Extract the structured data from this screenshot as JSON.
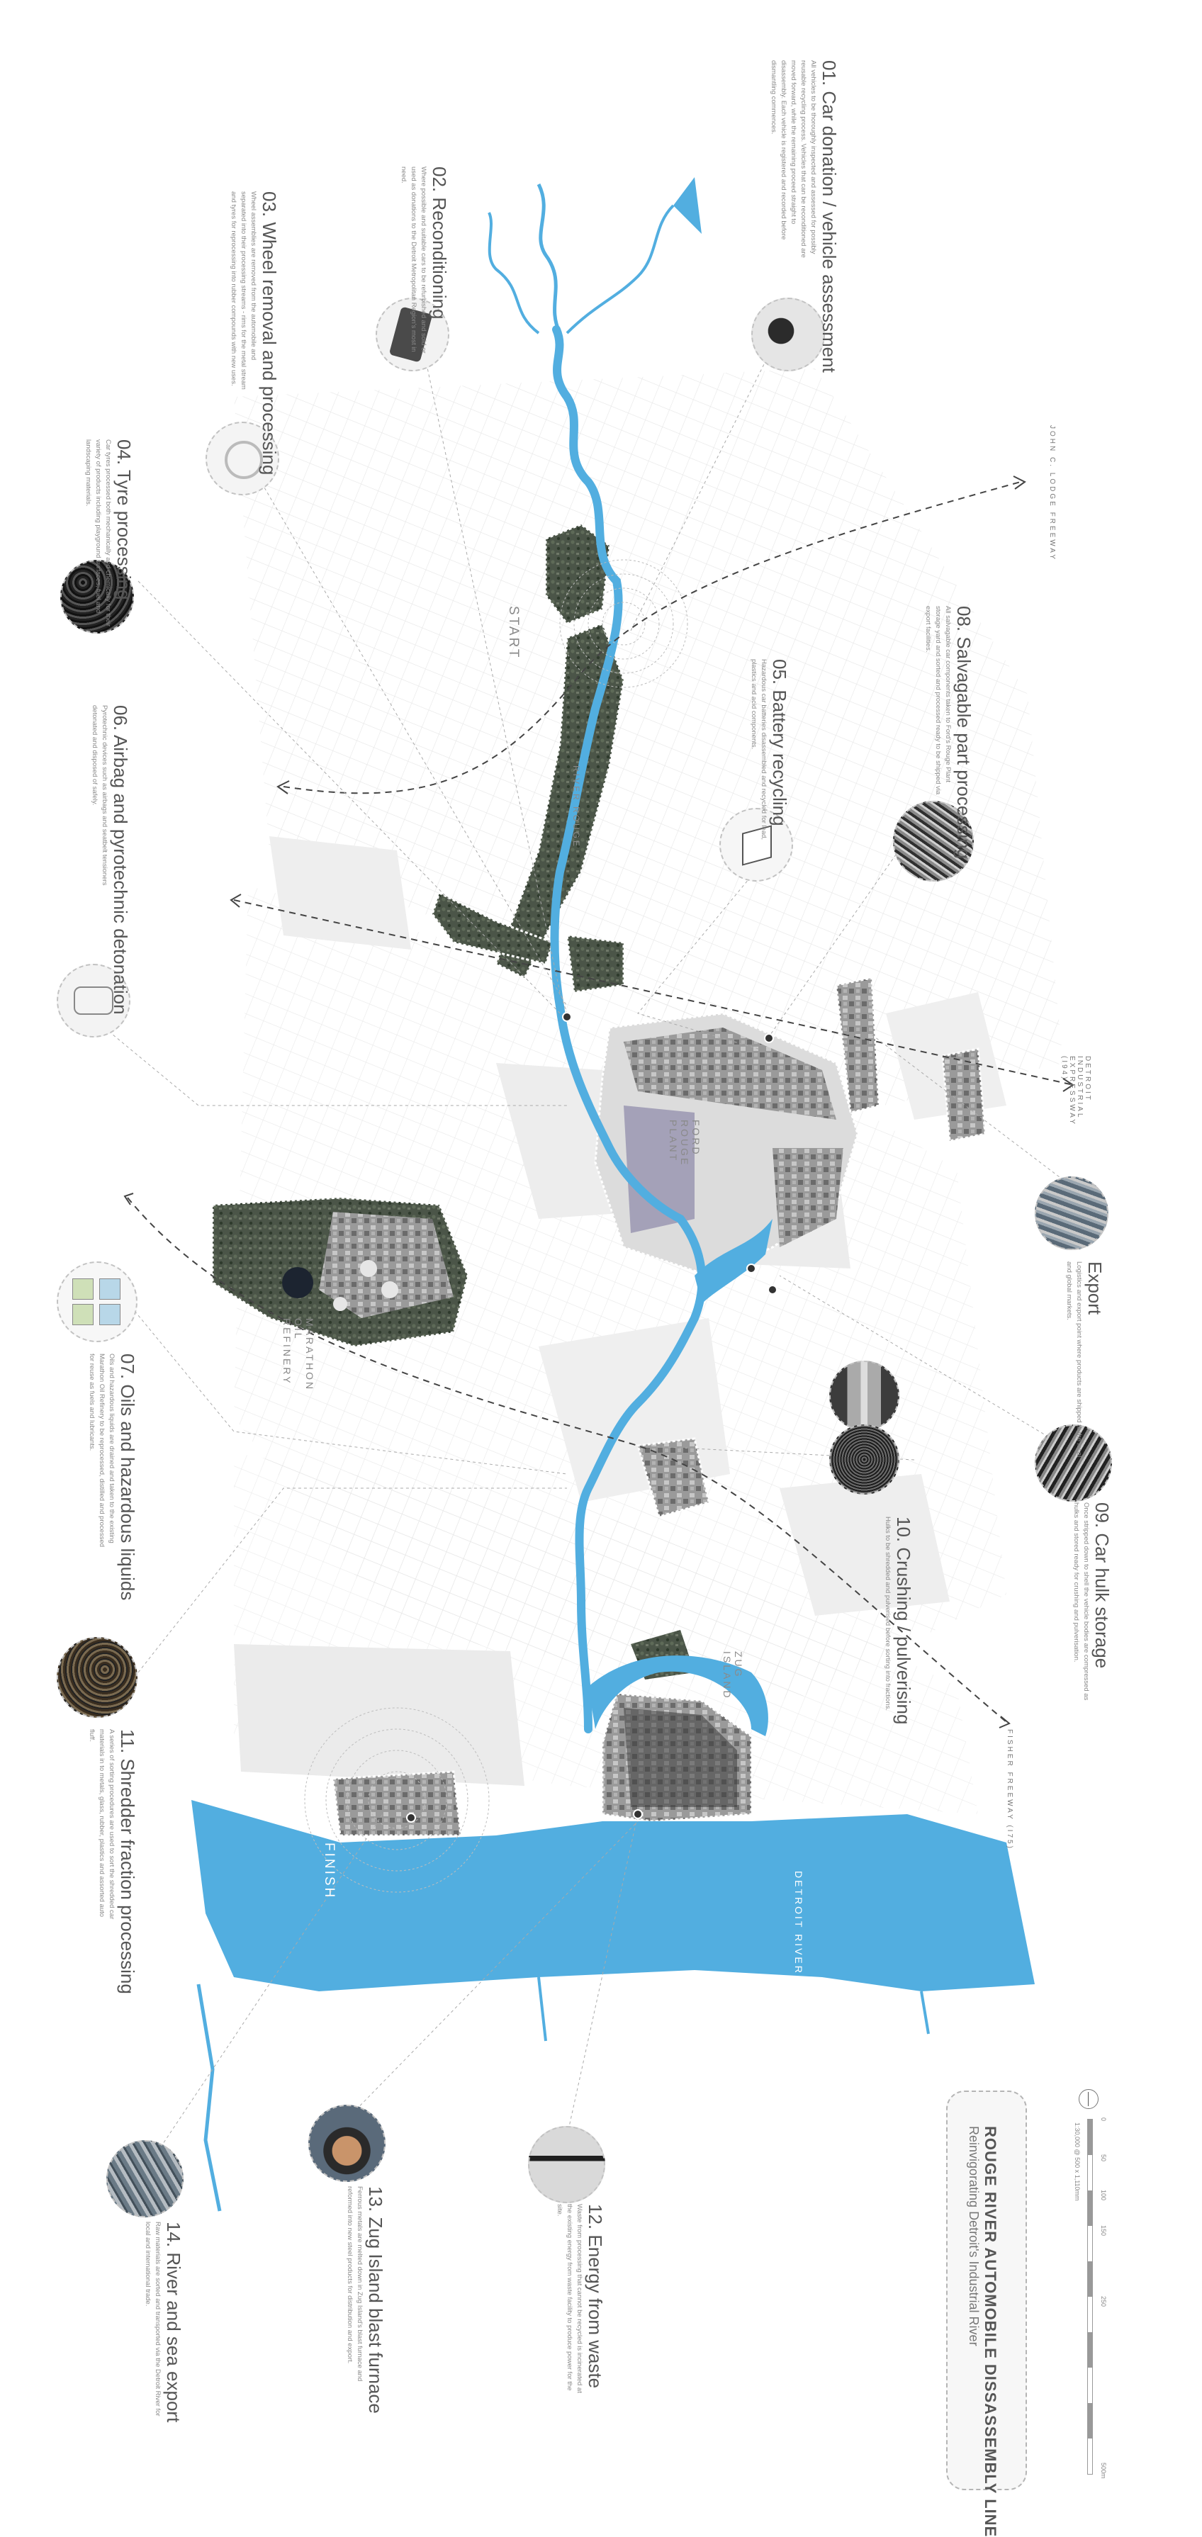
{
  "title": {
    "main": "ROUGE RIVER AUTOMOBILE DISSASSEMBLY LINE",
    "subtitle": "Reinvigorating Detroit's Industrial River",
    "scale_note": "1:30,000 @ 500 x 1,110mm",
    "scale_ticks": [
      "0",
      "50",
      "100",
      "150",
      "250",
      "500m"
    ]
  },
  "places": {
    "start": "START",
    "finish": "FINISH",
    "river_rouge": "RIVER ROUGE",
    "ford_rouge_plant": "FORD ROUGE PLANT",
    "marathon_oil_refinery": "MARATHON OIL REFINERY",
    "zug_island": "ZUG ISLAND",
    "detroit_river": "DETROIT RIVER"
  },
  "roads": {
    "jeffries": "JOHN C. LODGE FREEWAY",
    "detroit_industrial": "DETROIT INDUSTRIAL EXPRESSWAY (I94)",
    "fisher": "FISHER FREEWAY (I75)"
  },
  "stages": [
    {
      "number": "01.",
      "title": "Car donation / vehicle assessment",
      "desc": "All vehicles to be thoroughly inspected and assessed for possibly reusable recycling process. Vehicles that can be reconditioned are moved forward, while the remaining proceed straight to disassembly. Each vehicle is registered and recorded before dismantling commences."
    },
    {
      "number": "02.",
      "title": "Reconditioning",
      "desc": "Where possible and suitable cars to be refurbished and sold or used as donations to the Detroit Metropolitan Region's most in need."
    },
    {
      "number": "03.",
      "title": "Wheel removal and processing",
      "desc": "Wheel assemblies are removed from the automobile and separated into their processing streams - rims for the metal stream and tyres for reprocessing into rubber compounds with new uses."
    },
    {
      "number": "04.",
      "title": "Tyre processing",
      "desc": "Car tyres processed both mechanically and chemically for their variety of products including playground surfaces, fuel and landscaping materials."
    },
    {
      "number": "05.",
      "title": "Battery recycling",
      "desc": "Hazardous car batteries disassembled and recycled for lead, plastics and acid components."
    },
    {
      "number": "06.",
      "title": "Airbag and pyrotechnic detonation",
      "desc": "Pyrotechnic devices such as airbags and seatbelt tensioners detonated and disposed of safely."
    },
    {
      "number": "07.",
      "title": "Oils and hazardous liquids",
      "desc": "Oils and hazardous liquids are drained and taken to the existing Marathon Oil Refinery to be reprocessed, distilled and processed for reuse as fuels and lubricants."
    },
    {
      "number": "08.",
      "title": "Salvagable part processing",
      "desc": "All salvagable car components taken to Ford's Rouge Plant storage yard and sorted and processed ready to be shipped via export facilities."
    },
    {
      "number": "09.",
      "title": "Car hulk storage",
      "desc": "Once stripped down to shell the vehicle bodies are compressed as hulks and stored ready for crushing and pulverisation."
    },
    {
      "number": "10.",
      "title": "Crushing / pulverising",
      "desc": "Hulks to be shredded and pulverised before sorting into fractions."
    },
    {
      "number": "11.",
      "title": "Shredder fraction processing",
      "desc": "A series of sorting procedures are used to sort the shredded car materials in to metals, glass, rubber, plastics and assorted auto fluff."
    },
    {
      "number": "12.",
      "title": "Energy from waste",
      "desc": "Waste from processing that cannot be recycled is incinerated at the existing energy from waste facility to produce power for the site."
    },
    {
      "number": "13.",
      "title": "Zug Island blast furnace",
      "desc": "Ferrous metals are melted down in Zug Island's blast furnace and reformed into new steel products for distribution and export."
    },
    {
      "number": "14.",
      "title": "River and sea export",
      "desc": "Raw materials are sorted and transported via the Detroit River for local and international trade."
    }
  ],
  "export_label": "Export",
  "export_desc": "Logistics and export point where products are shipped to the local and global markets.",
  "colors": {
    "river": "#52aee0",
    "land": "#3e4a3c",
    "ghost": "#e9e9e9",
    "text": "#555555"
  },
  "icons": [
    "car-assessment-icon",
    "jeep-icon",
    "wheel-icon",
    "tyre-icon",
    "battery-icon",
    "airbag-icon",
    "oil-can-icon",
    "parts-icon",
    "export-aerial-icon",
    "car-hulk-icon",
    "crusher-icon",
    "shredder-fraction-icon",
    "energy-waste-icon",
    "blast-furnace-icon",
    "sea-export-icon",
    "north-arrow-icon"
  ]
}
